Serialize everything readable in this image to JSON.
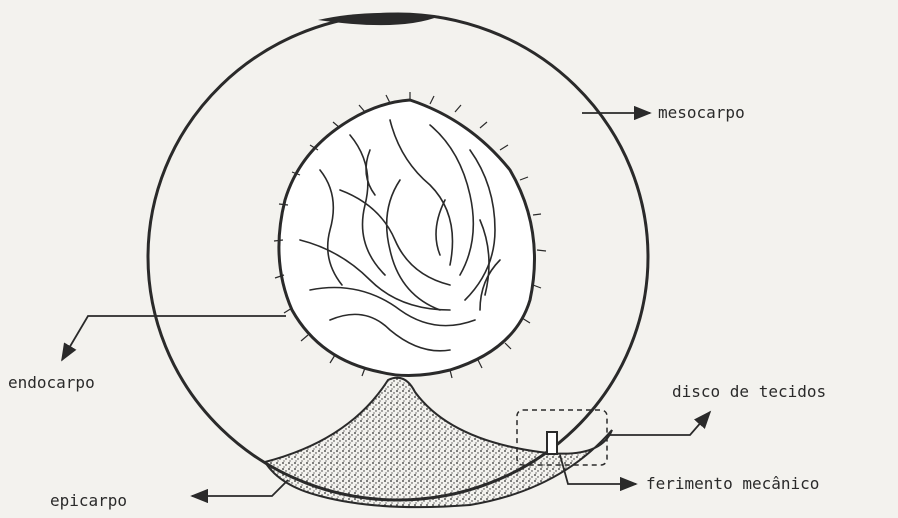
{
  "labels": {
    "mesocarp": "mesocarpo",
    "endocarp": "endocarpo",
    "tissue_disc": "disco de tecidos",
    "mechanical_wound": "ferimento mecânico",
    "epicarp": "epicarpo"
  },
  "colors": {
    "ink": "#2a2a2a",
    "paper": "#f3f2ee"
  }
}
